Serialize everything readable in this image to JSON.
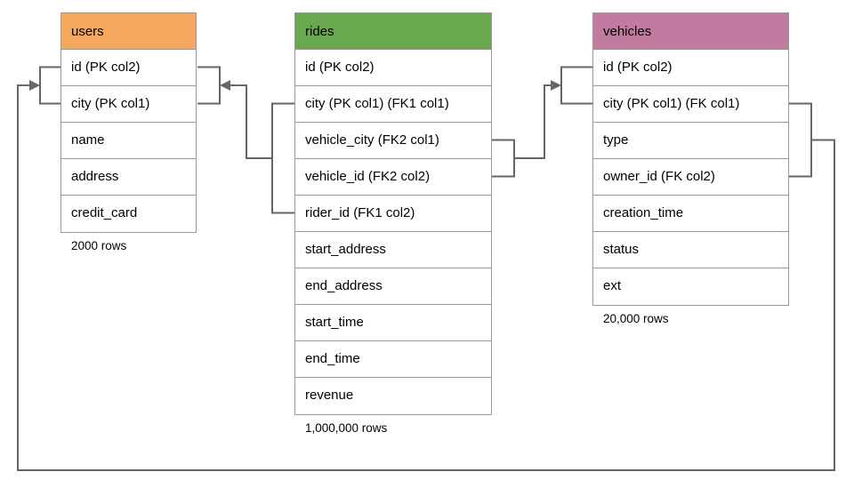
{
  "diagram": {
    "line_color": "#666666",
    "border_color": "#999999",
    "background_color": "#ffffff"
  },
  "tables": [
    {
      "name": "users",
      "header_color": "#f6a75f",
      "columns": [
        "id (PK col2)",
        "city (PK col1)",
        "name",
        "address",
        "credit_card"
      ],
      "row_count_label": "2000 rows"
    },
    {
      "name": "rides",
      "header_color": "#6aa84f",
      "columns": [
        "id (PK col2)",
        "city (PK col1) (FK1 col1)",
        "vehicle_city (FK2 col1)",
        "vehicle_id (FK2 col2)",
        "rider_id (FK1 col2)",
        "start_address",
        "end_address",
        "start_time",
        "end_time",
        "revenue"
      ],
      "row_count_label": "1,000,000 rows"
    },
    {
      "name": "vehicles",
      "header_color": "#c27ba0",
      "columns": [
        "id (PK col2)",
        "city (PK col1) (FK col1)",
        "type",
        "owner_id (FK col2)",
        "creation_time",
        "status",
        "ext"
      ],
      "row_count_label": "20,000 rows"
    }
  ],
  "relationships": [
    {
      "from_table": "rides",
      "via": "FK1",
      "to_table": "users"
    },
    {
      "from_table": "rides",
      "via": "FK2",
      "to_table": "vehicles"
    },
    {
      "from_table": "vehicles",
      "via": "FK",
      "to_table": "users"
    }
  ]
}
